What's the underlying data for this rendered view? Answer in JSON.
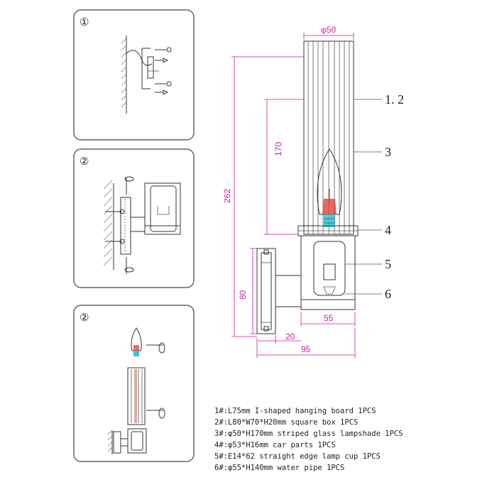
{
  "steps": [
    {
      "number": "①"
    },
    {
      "number": "②"
    },
    {
      "number": "②"
    }
  ],
  "dimensions": {
    "d_top": "φ50",
    "d_height_total": "262",
    "d_height_shade": "170",
    "d_height_box": "80",
    "d_width_cup": "55",
    "d_width_offset": "20",
    "d_width_total": "95"
  },
  "callouts": [
    "1. 2",
    "3",
    "4",
    "5",
    "6"
  ],
  "parts_list": [
    "1#:L75mm I-shaped hanging board  1PCS",
    "2#:L80*W70*H20mm square box 1PCS",
    "3#:φ50*H170mm striped glass lampshade 1PCS",
    "4#:φ53*H16mm car parts 1PCS",
    "5#:E14*62 straight edge lamp cup 1PCS",
    "6#:φ55*H140mm water pipe 1PCS"
  ],
  "colors": {
    "dimension": "#d6199a",
    "bulb_filament": "#e0403a",
    "bulb_base": "#37c6d8",
    "line": "#333333"
  }
}
